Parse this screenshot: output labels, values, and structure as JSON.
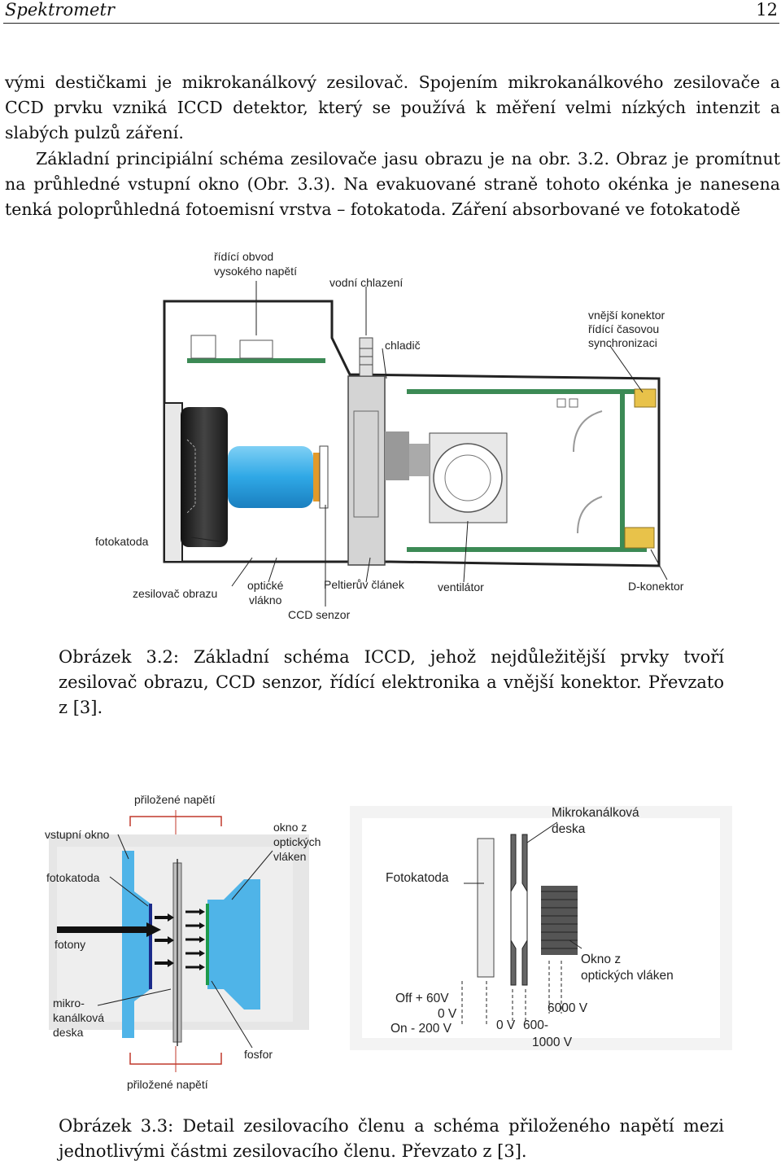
{
  "header": {
    "title": "Spektrometr",
    "page_number": "12"
  },
  "paragraph1": "vými destičkami je mikrokanálkový zesilovač. Spojením mikrokanálkového zesilovače a CCD prvku vzniká ICCD detektor, který se používá k měření velmi nízkých intenzit a slabých pulzů záření.",
  "paragraph2": "Základní principiální schéma zesilovače jasu obrazu je na obr. 3.2. Obraz je promítnut na průhledné vstupní okno (Obr. 3.3). Na evakuované straně tohoto okénka je nanesena tenká poloprůhledná fotoemisní vrstva – fotokatoda. Záření absorbované ve fotokatodě",
  "figure1": {
    "labels": {
      "ridici_obvod_1": "řídící obvod",
      "ridici_obvod_2": "vysokého napětí",
      "vodni_chlazeni": "vodní chlazení",
      "chladic": "chladič",
      "vnejsi_1": "vnější konektor",
      "vnejsi_2": "řídící časovou",
      "vnejsi_3": "synchronizaci",
      "fotokatoda": "fotokatoda",
      "zesilovac": "zesilovač obrazu",
      "opticke_1": "optické",
      "opticke_2": "vlákno",
      "peltier": "Peltierův článek",
      "ventilator": "ventilátor",
      "dkonektor": "D-konektor",
      "ccd": "CCD senzor"
    },
    "caption": "Obrázek 3.2: Základní schéma ICCD, jehož nejdůležitější prvky tvoří zesilovač obrazu, CCD senzor, řídící elektronika a vnější konektor. Převzato z [3]."
  },
  "figure2": {
    "labels": {
      "prilozene_top": "přiložené napětí",
      "vstupni_okno": "vstupní okno",
      "fotokatoda": "fotokatoda",
      "fotony": "fotony",
      "mikro_1": "mikro-",
      "mikro_2": "kanálková",
      "mikro_3": "deska",
      "okno_1": "okno z",
      "okno_2": "optických",
      "okno_3": "vláken",
      "fosfor": "fosfor",
      "prilozene_bottom": "přiložené napětí",
      "r_mikro_1": "Mikrokanálková",
      "r_mikro_2": "deska",
      "r_fotokatoda": "Fotokatoda",
      "r_okno_1": "Okno z",
      "r_okno_2": "optických vláken",
      "off": "Off + 60V",
      "zero_v": "0 V",
      "on": "On - 200 V",
      "zero_v2": "0 V",
      "v6000": "6000 V",
      "v600": "600-",
      "v1000": "1000 V"
    },
    "caption": "Obrázek 3.3: Detail zesilovacího členu a schéma přiloženého napětí mezi jednotlivými částmi zesilovacího členu. Převzato z [3]."
  },
  "colors": {
    "cyan": "#2fa8e6",
    "board_green": "#3c8a55",
    "gold": "#e8c24a",
    "phosphor": "#1e9a4c"
  }
}
